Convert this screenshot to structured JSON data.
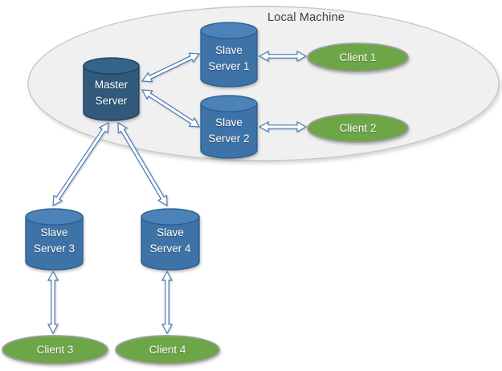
{
  "container_label": "Local Machine",
  "nodes": {
    "master": {
      "label": "Master\nServer",
      "type": "cylinder"
    },
    "slave1": {
      "label": "Slave\nServer 1",
      "type": "cylinder"
    },
    "slave2": {
      "label": "Slave\nServer 2",
      "type": "cylinder"
    },
    "slave3": {
      "label": "Slave\nServer 3",
      "type": "cylinder"
    },
    "slave4": {
      "label": "Slave\nServer 4",
      "type": "cylinder"
    },
    "client1": {
      "label": "Client 1",
      "type": "ellipse"
    },
    "client2": {
      "label": "Client 2",
      "type": "ellipse"
    },
    "client3": {
      "label": "Client 3",
      "type": "ellipse"
    },
    "client4": {
      "label": "Client 4",
      "type": "ellipse"
    }
  },
  "connections": [
    {
      "from": "master",
      "to": "slave1",
      "style": "double-arrow"
    },
    {
      "from": "master",
      "to": "slave2",
      "style": "double-arrow"
    },
    {
      "from": "slave1",
      "to": "client1",
      "style": "double-arrow"
    },
    {
      "from": "slave2",
      "to": "client2",
      "style": "double-arrow"
    },
    {
      "from": "master",
      "to": "slave3",
      "style": "double-arrow"
    },
    {
      "from": "master",
      "to": "slave4",
      "style": "double-arrow"
    },
    {
      "from": "slave3",
      "to": "client3",
      "style": "double-arrow"
    },
    {
      "from": "slave4",
      "to": "client4",
      "style": "double-arrow"
    }
  ],
  "colors": {
    "master_fill": "#30597B",
    "master_top": "#35648A",
    "master_stroke": "#223F57",
    "slave_fill": "#3E73A7",
    "slave_top": "#4B82B8",
    "slave_stroke": "#2B5B8D",
    "client_fill": "#6CA647",
    "client_stroke": "#9E9E9E",
    "container_fill": "#F0F0F1",
    "container_stroke": "#C9C9C9",
    "arrow_stroke": "#4A79B8",
    "arrow_fill": "#FFFFFF",
    "label_text": "#FFFFFF",
    "title_text": "#3B3B3B"
  }
}
